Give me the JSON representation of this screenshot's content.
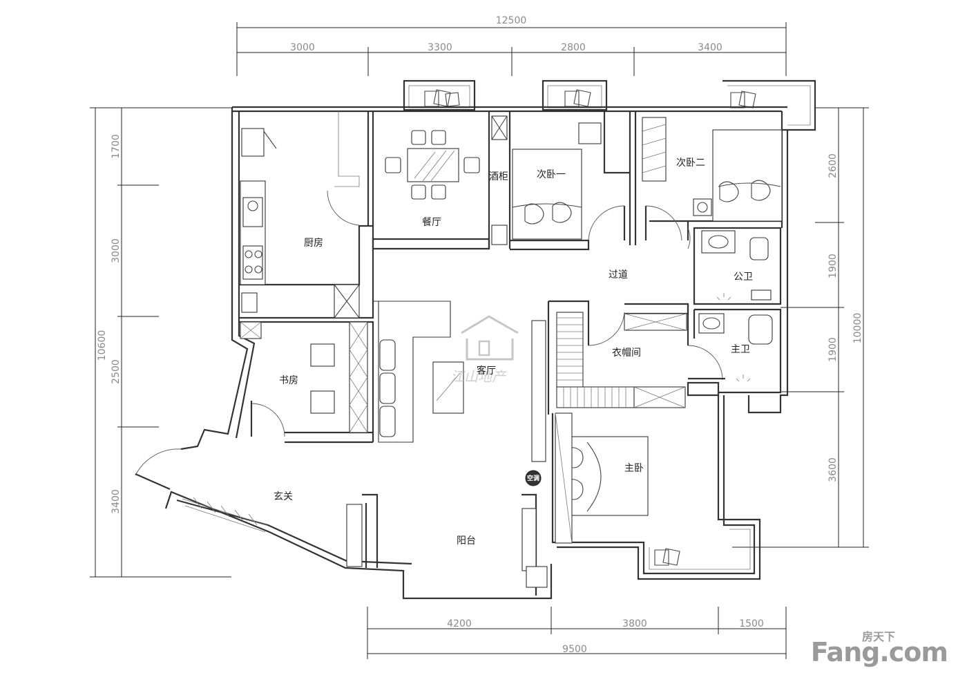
{
  "floorplan": {
    "dimensions": {
      "top_total": "12500",
      "top_segments": [
        "3000",
        "3300",
        "2800",
        "3400"
      ],
      "left_total": "10600",
      "left_segments": [
        "1700",
        "3000",
        "2500",
        "3400"
      ],
      "right_total": "10000",
      "right_segments": [
        "2600",
        "1900",
        "1900",
        "3600"
      ],
      "bottom_total": "9500",
      "bottom_segments": [
        "4200",
        "3800",
        "1500"
      ]
    },
    "rooms": {
      "kitchen": "厨房",
      "dining": "餐厅",
      "wine_cabinet": "酒柜",
      "bedroom2": "次卧一",
      "bedroom3": "次卧二",
      "corridor": "过道",
      "public_bath": "公卫",
      "walk_in_closet": "衣帽间",
      "master_bath": "主卫",
      "living": "客厅",
      "study": "书房",
      "master_bedroom": "主卧",
      "entrance": "玄关",
      "balcony": "阳台"
    },
    "ac_label": "空调",
    "watermark": "江山地产"
  },
  "brand": {
    "main": "Fang.com",
    "sub": "房天下"
  }
}
